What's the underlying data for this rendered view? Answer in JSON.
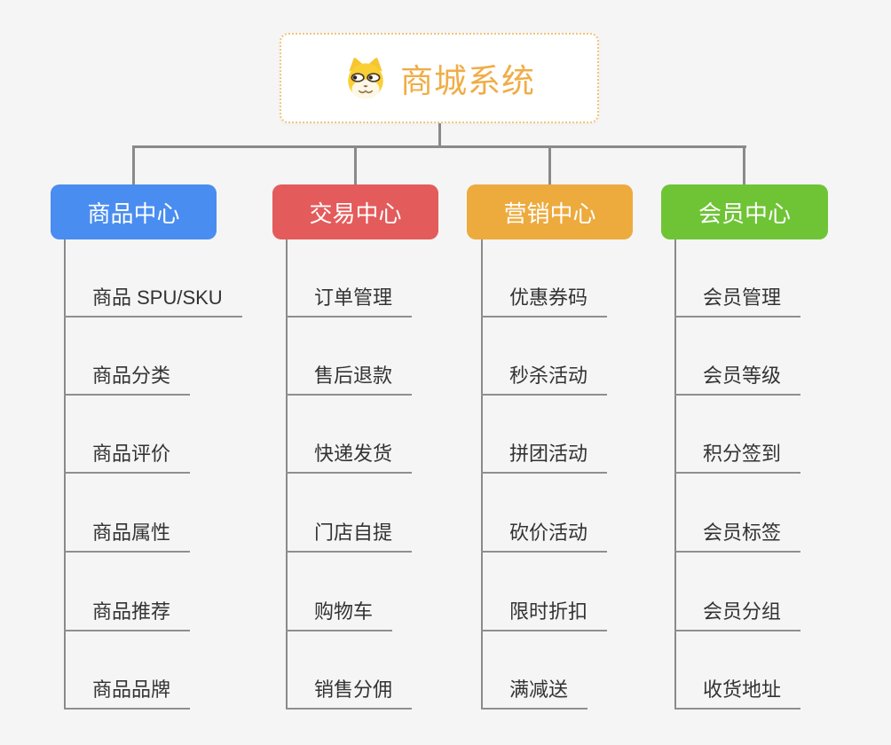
{
  "page": {
    "background_color": "#f5f5f5",
    "connector_color": "#8a8a8a",
    "leaf_underline_color": "#8f8f8f",
    "leaf_text_color": "#333333"
  },
  "root": {
    "title": "商城系统",
    "icon": "doge-face-icon",
    "text_color": "#f0ad47",
    "border_color": "#f1c57a",
    "background_color": "#ffffff"
  },
  "branches": [
    {
      "id": "product-center",
      "label": "商品中心",
      "color": "#4a8df0",
      "items": [
        "商品 SPU/SKU",
        "商品分类",
        "商品评价",
        "商品属性",
        "商品推荐",
        "商品品牌"
      ]
    },
    {
      "id": "trade-center",
      "label": "交易中心",
      "color": "#e45b5b",
      "items": [
        "订单管理",
        "售后退款",
        "快递发货",
        "门店自提",
        "购物车",
        "销售分佣"
      ]
    },
    {
      "id": "marketing-center",
      "label": "营销中心",
      "color": "#edaa3d",
      "items": [
        "优惠券码",
        "秒杀活动",
        "拼团活动",
        "砍价活动",
        "限时折扣",
        "满减送"
      ]
    },
    {
      "id": "member-center",
      "label": "会员中心",
      "color": "#6fc436",
      "items": [
        "会员管理",
        "会员等级",
        "积分签到",
        "会员标签",
        "会员分组",
        "收货地址"
      ]
    }
  ]
}
